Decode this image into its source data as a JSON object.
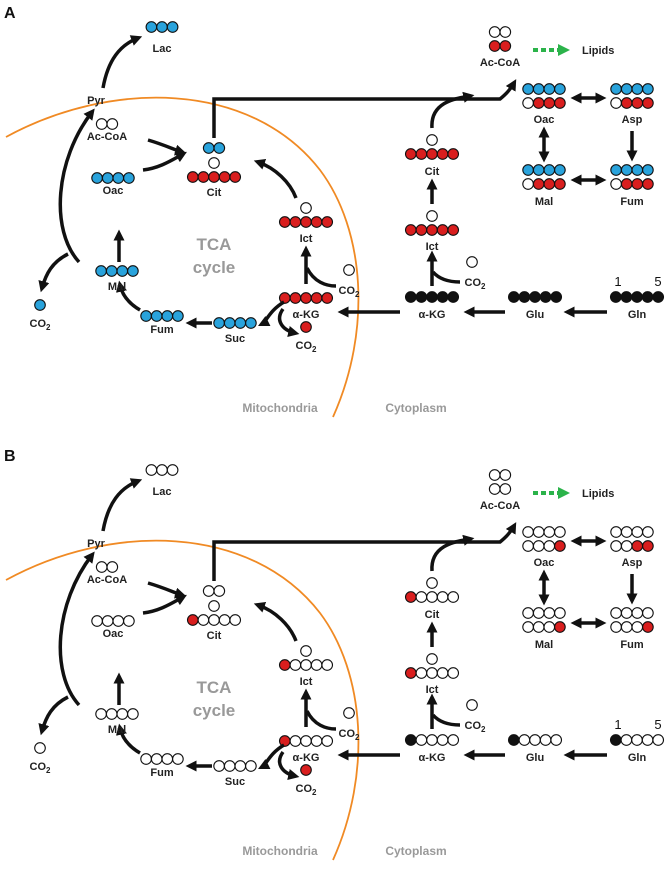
{
  "colors": {
    "unlabeled": "#ffffff",
    "blue": "#29a3dc",
    "red": "#d91e1e",
    "black": "#111111",
    "membrane": "#f08a24",
    "lipid_arrow": "#2bb34a"
  },
  "labels": {
    "lac": "Lac",
    "pyr": "Pyr",
    "ac_coa": "Ac-CoA",
    "oac": "Oac",
    "cit": "Cit",
    "mal": "Mal",
    "fum": "Fum",
    "suc": "Suc",
    "akg": "α-KG",
    "ict": "Ict",
    "glu": "Glu",
    "gln": "Gln",
    "asp": "Asp",
    "co2": "CO",
    "co2_sub": "2",
    "lipids": "Lipids",
    "tca1": "TCA",
    "tca2": "cycle",
    "mitochondria": "Mitochondria",
    "cytoplasm": "Cytoplasm",
    "carbon_1": "1",
    "carbon_5": "5"
  },
  "panels": [
    {
      "letter": "A",
      "lac": "bbb",
      "mito_accoa": "ww",
      "mito_oac": "bbbb",
      "cit_top": "bb",
      "cit_mid": "w",
      "cit_bot": "rrrrr",
      "ict_top": "w",
      "ict_bot": "rrrrr",
      "mito_akg": "rrrrr",
      "co2_ict": "w",
      "co2_akg": "r",
      "suc": "bbbb",
      "fum_mito": "bbbb",
      "mal_mito": "bbbb",
      "co2_mal": "b",
      "cyto_akg": "kkkkk",
      "co2_cyto": "w",
      "glu": "kkkkk",
      "gln": "kkkkk",
      "cyto_ict_top": "w",
      "cyto_ict_bot": "rrrrr",
      "cyto_cit_top": "w",
      "cyto_cit_bot": "rrrrr",
      "cyto_accoa_top": "ww",
      "cyto_accoa_bot": "rr",
      "cyto_oac_top": "bbbb",
      "cyto_oac_bot": "wrrr",
      "asp_top": "bbbb",
      "asp_bot": "wrrr",
      "cyto_mal_top": "bbbb",
      "cyto_mal_bot": "wrrr",
      "cyto_fum_top": "bbbb",
      "cyto_fum_bot": "wrrr"
    },
    {
      "letter": "B",
      "lac": "www",
      "mito_accoa": "ww",
      "mito_oac": "wwww",
      "cit_top": "ww",
      "cit_mid": "w",
      "cit_bot": "rwwww",
      "ict_top": "w",
      "ict_bot": "rwwww",
      "mito_akg": "rwwww",
      "co2_ict": "w",
      "co2_akg": "r",
      "suc": "wwww",
      "fum_mito": "wwww",
      "mal_mito": "wwww",
      "co2_mal": "w",
      "cyto_akg": "kwwww",
      "co2_cyto": "w",
      "glu": "kwwww",
      "gln": "kwwww",
      "cyto_ict_top": "w",
      "cyto_ict_bot": "rwwww",
      "cyto_cit_top": "w",
      "cyto_cit_bot": "rwwww",
      "cyto_accoa_top": "ww",
      "cyto_accoa_bot": "ww",
      "cyto_oac_top": "wwww",
      "cyto_oac_bot": "wwwr",
      "asp_top": "wwww",
      "asp_bot": "wwrr",
      "cyto_mal_top": "wwww",
      "cyto_mal_bot": "wwwr",
      "cyto_fum_top": "wwww",
      "cyto_fum_bot": "wwwr"
    }
  ]
}
